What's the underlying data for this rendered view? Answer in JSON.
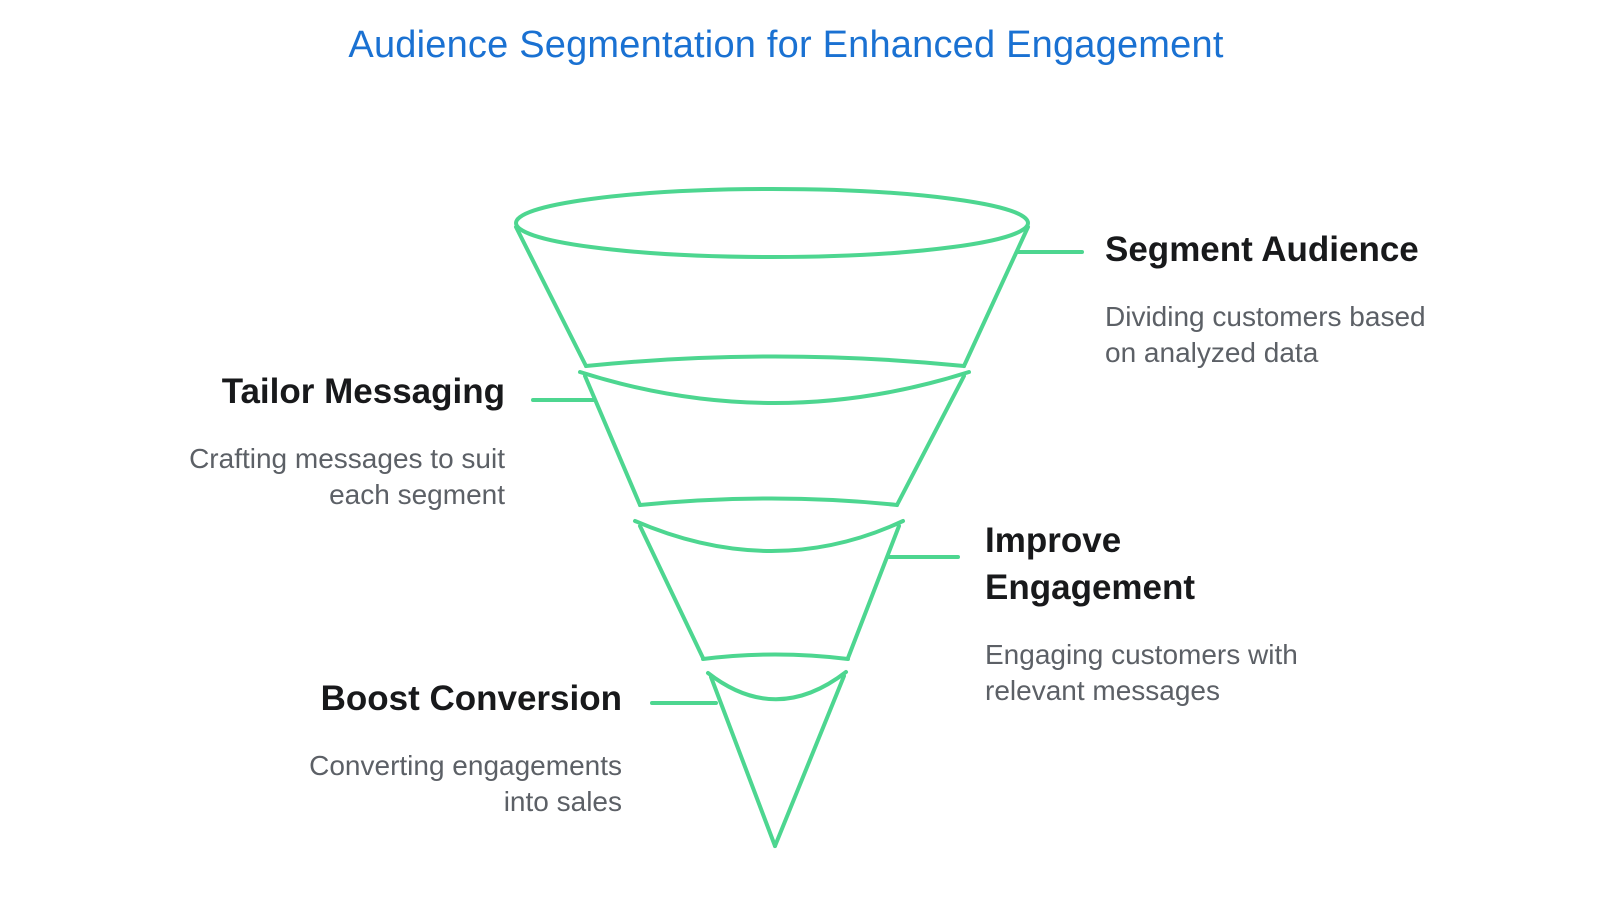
{
  "title": "Audience Segmentation for Enhanced Engagement",
  "colors": {
    "title": "#1a71d2",
    "funnel_stroke": "#4dd690",
    "heading_text": "#18191b",
    "description_text": "#5c6066",
    "background": "#ffffff"
  },
  "funnel": {
    "type": "funnel",
    "stages": [
      {
        "label": "Segment Audience",
        "description": "Dividing customers based\non analyzed data"
      },
      {
        "label": "Tailor Messaging",
        "description": "Crafting messages to suit\neach segment"
      },
      {
        "label": "Improve Engagement",
        "description": "Engaging customers with\nrelevant messages"
      },
      {
        "label": "Boost Conversion",
        "description": "Converting engagements\ninto sales"
      }
    ]
  }
}
